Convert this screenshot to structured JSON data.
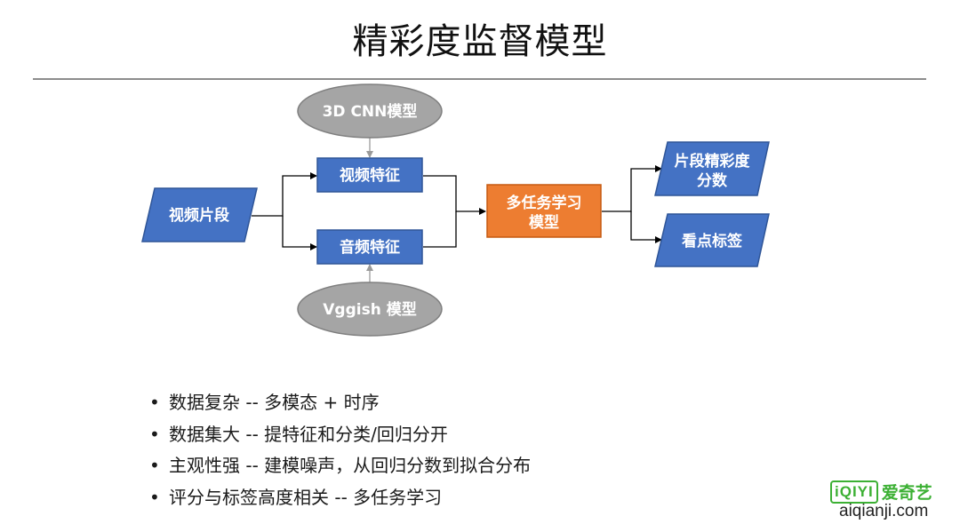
{
  "title": "精彩度监督模型",
  "diagram": {
    "nodes": {
      "video_clip": "视频片段",
      "cnn_model": "3D CNN模型",
      "video_feature": "视频特征",
      "audio_feature": "音频特征",
      "vggish_model": "Vggish 模型",
      "multitask_line1": "多任务学习",
      "multitask_line2": "模型",
      "highlight_line1": "片段精彩度",
      "highlight_line2": "分数",
      "tags": "看点标签"
    }
  },
  "bullets": [
    "数据复杂 -- 多模态 + 时序",
    "数据集大 -- 提特征和分类/回归分开",
    "主观性强 -- 建模噪声，从回归分数到拟合分布",
    "评分与标签高度相关 -- 多任务学习"
  ],
  "logo": {
    "mark": "iQIYI",
    "name": "爱奇艺"
  },
  "watermark": "aiqianji.com",
  "colors": {
    "blue": "#4472c4",
    "orange": "#ed7d31",
    "gray": "#a5a5a5"
  }
}
